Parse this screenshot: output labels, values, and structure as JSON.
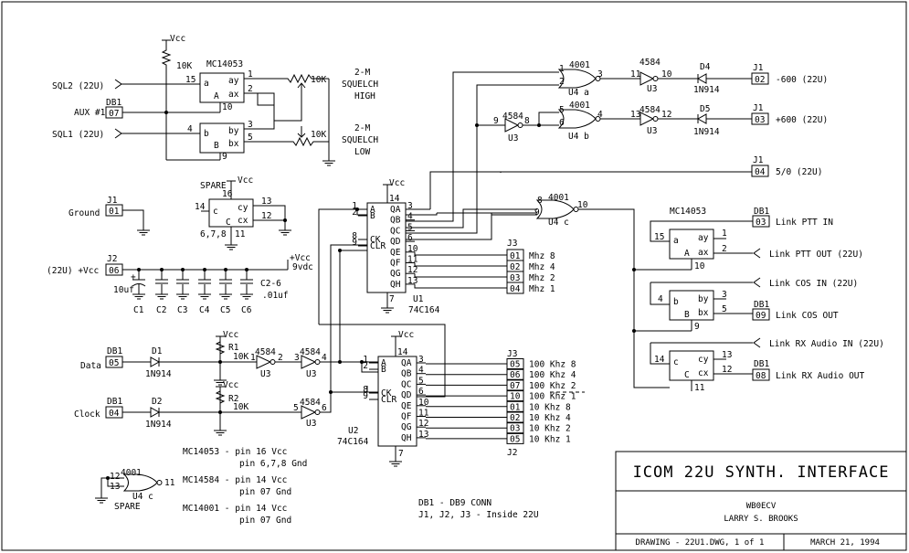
{
  "title_block": {
    "title": "ICOM 22U SYNTH. INTERFACE",
    "callsign": "WB0ECV",
    "author": "LARRY S. BROOKS",
    "drawing": "DRAWING - 22U1.DWG, 1 of 1",
    "date": "MARCH 21, 1994"
  },
  "squelch": {
    "vcc": "Vcc",
    "r10k": "10K",
    "chip": "MC14053",
    "sql2": "SQL2 (22U)",
    "aux": "AUX #1",
    "sql1": "SQL1 (22U)",
    "db1": "DB1",
    "db1_pin": "07",
    "pin15": "15",
    "pin10": "10",
    "pin4": "4",
    "pin9": "9",
    "pin1": "1",
    "pin2": "2",
    "pin3": "3",
    "pin5": "5",
    "a": "a",
    "A": "A",
    "ay": "ay",
    "ax": "ax",
    "b": "b",
    "B": "B",
    "by": "by",
    "bx": "bx",
    "pot_high": "10K",
    "pot_low": "10K",
    "high_l1": "2-M",
    "high_l2": "SQUELCH",
    "high_l3": "HIGH",
    "low_l1": "2-M",
    "low_l2": "SQUELCH",
    "low_l3": "LOW"
  },
  "ground": {
    "label": "Ground",
    "j1": "J1",
    "pin": "01"
  },
  "spare53": {
    "spare": "SPARE",
    "vcc": "Vcc",
    "p16": "16",
    "p13": "13",
    "p14": "14",
    "p12": "12",
    "c": "c",
    "cy": "cy",
    "cx": "cx",
    "C": "C",
    "p678": "6,7,8",
    "p11": "11"
  },
  "power": {
    "label": "(22U) +Vcc",
    "j2": "J2",
    "pin": "06",
    "plus": "+",
    "vcc": "+Vcc",
    "v9": "9vdc",
    "c1val": "10uf",
    "c26": "C2-6",
    "c26val": ".01uf",
    "caps": [
      "C1",
      "C2",
      "C3",
      "C4",
      "C5",
      "C6"
    ]
  },
  "u1": {
    "vcc": "Vcc",
    "p14": "14",
    "left_pins": [
      "1",
      "2",
      "8",
      "9"
    ],
    "left_labels": [
      "A",
      "B",
      "CK",
      "CLR"
    ],
    "right_pins": [
      "3",
      "4",
      "5",
      "6",
      "10",
      "11",
      "12",
      "13"
    ],
    "right_labels": [
      "QA",
      "QB",
      "QC",
      "QD",
      "QE",
      "QF",
      "QG",
      "QH"
    ],
    "gnd_pin": "7",
    "name": "U1",
    "part": "74C164"
  },
  "mhz": {
    "j3": "J3",
    "pins": [
      "01",
      "02",
      "03",
      "04"
    ],
    "labels": [
      "Mhz 8",
      "Mhz 4",
      "Mhz 2",
      "Mhz 1"
    ]
  },
  "gates": {
    "u4a_part": "4001",
    "u4a_in1": "1",
    "u4a_in2": "2",
    "u4a_out": "3",
    "u4a_name": "U4 a",
    "u4b_part": "4001",
    "u4b_in1": "5",
    "u4b_in2": "6",
    "u4b_out": "4",
    "u4b_name": "U4 b",
    "inv9_part": "4584",
    "inv9_in": "9",
    "inv9_out": "8",
    "inv9_name": "U3",
    "inv11_part": "4584",
    "inv11_in": "11",
    "inv11_out": "10",
    "inv11_name": "U3",
    "inv13_part": "4584",
    "inv13_in": "13",
    "inv13_out": "12",
    "inv13_name": "U3",
    "u4c_part": "4001",
    "u4c_in1": "8",
    "u4c_in2": "9",
    "u4c_out": "10",
    "u4c_name": "U4 c",
    "d4": "D4",
    "d4part": "1N914",
    "d5": "D5",
    "d5part": "1N914"
  },
  "j1_out": {
    "j1": "J1",
    "p02": "02",
    "l02": "-600 (22U)",
    "p03": "03",
    "l03": "+600 (22U)",
    "p04": "04",
    "l04": "5/0 (22U)"
  },
  "link": {
    "chip": "MC14053",
    "db1": "DB1",
    "ptt_in_pin": "03",
    "ptt_in": "Link PTT IN",
    "ptt_out": "Link PTT OUT  (22U)",
    "cos_in": "Link COS IN  (22U)",
    "cos_out_pin": "09",
    "cos_out": "Link COS OUT",
    "rx_in": "Link RX Audio IN (22U)",
    "rx_out_pin": "08",
    "rx_out": "Link RX Audio OUT",
    "p15": "15",
    "p1": "1",
    "p2": "2",
    "p10": "10",
    "p4": "4",
    "p3": "3",
    "p5": "5",
    "p9": "9",
    "p14": "14",
    "p13": "13",
    "p12": "12",
    "p11": "11",
    "a": "a",
    "ay": "ay",
    "ax": "ax",
    "A": "A",
    "b": "b",
    "by": "by",
    "bx": "bx",
    "B": "B",
    "c": "c",
    "cy": "cy",
    "cx": "cx",
    "C": "C"
  },
  "inputs": {
    "data": "Data",
    "clock": "Clock",
    "db1a": "DB1",
    "data_pin": "05",
    "db1b": "DB1",
    "clock_pin": "04",
    "d1": "D1",
    "d1part": "1N914",
    "d2": "D2",
    "d2part": "1N914",
    "vcc1": "Vcc",
    "r1": "R1",
    "r1val": "10K",
    "vcc2": "Vcc",
    "r2": "R2",
    "r2val": "10K",
    "inv1_part": "4584",
    "inv1_in": "1",
    "inv1_out": "2",
    "inv1_name": "U3",
    "inv3_part": "4584",
    "inv3_in": "3",
    "inv3_out": "4",
    "inv3_name": "U3",
    "inv5_part": "4584",
    "inv5_in": "5",
    "inv5_out": "6",
    "inv5_name": "U3"
  },
  "u2": {
    "vcc": "Vcc",
    "p14": "14",
    "left_pins": [
      "1",
      "2",
      "8",
      "9"
    ],
    "left_labels": [
      "A",
      "B",
      "CK",
      "CLR"
    ],
    "right_pins": [
      "3",
      "4",
      "5",
      "6",
      "10",
      "11",
      "12",
      "13"
    ],
    "right_labels": [
      "QA",
      "QB",
      "QC",
      "QD",
      "QE",
      "QF",
      "QG",
      "QH"
    ],
    "gnd_pin": "7",
    "name": "U2",
    "part": "74C164"
  },
  "khz": {
    "j3": "J3",
    "j2": "J2",
    "pins": [
      "05",
      "06",
      "07",
      "10",
      "01",
      "02",
      "03",
      "05"
    ],
    "labels": [
      "100 Khz 8",
      "100 Khz 4",
      "100 Khz 2",
      "100 Khz 1",
      "10 Khz 8",
      "10 Khz 4",
      "10 Khz 2",
      "10 Khz 1"
    ]
  },
  "notes": {
    "n1a": "MC14053 - pin 16 Vcc",
    "n1b": "pin 6,7,8 Gnd",
    "n2a": "MC14584 - pin 14 Vcc",
    "n2b": "pin 07 Gnd",
    "n3a": "MC14001 - pin 14 Vcc",
    "n3b": "pin 07 Gnd",
    "db1": "DB1 - DB9 CONN",
    "jj": "J1, J2, J3 - Inside 22U"
  },
  "spare_gate": {
    "part": "4001",
    "in1": "12",
    "in2": "13",
    "out": "11",
    "name": "U4 c",
    "spare": "SPARE"
  }
}
